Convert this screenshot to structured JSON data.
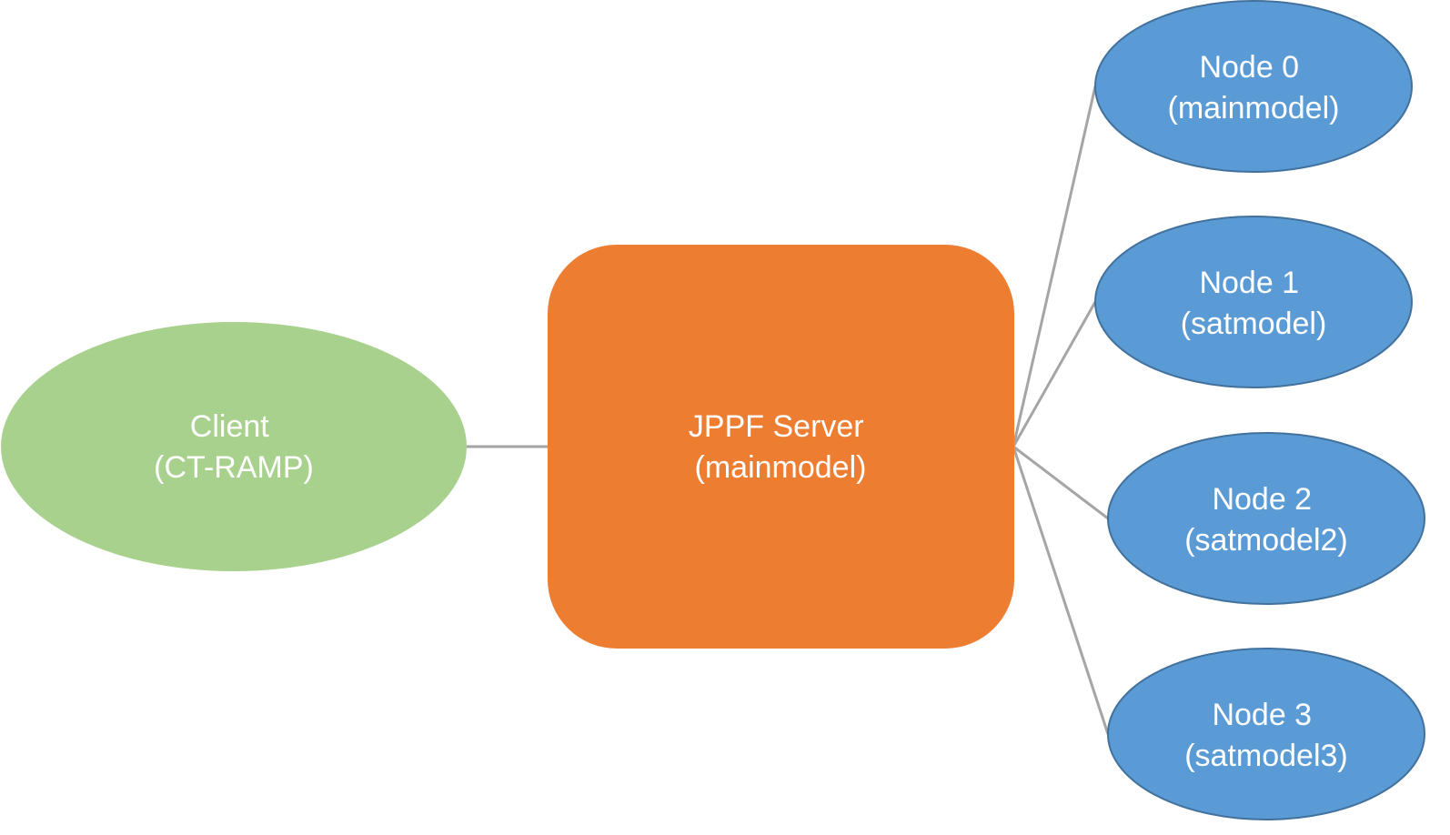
{
  "client": {
    "line1": "Client",
    "line2": "(CT-RAMP)",
    "color": "#A9D18E"
  },
  "server": {
    "line1": "JPPF Server",
    "line2": "(mainmodel)",
    "color": "#ED7D31"
  },
  "nodes": [
    {
      "line1": "Node 0",
      "line2": "(mainmodel)"
    },
    {
      "line1": "Node 1",
      "line2": "(satmodel)"
    },
    {
      "line1": "Node 2",
      "line2": "(satmodel2)"
    },
    {
      "line1": "Node 3",
      "line2": "(satmodel3)"
    }
  ],
  "colors": {
    "node_fill": "#5B9BD5",
    "node_stroke": "#41719C",
    "connector": "#A5A5A5",
    "label": "#FFFFFF"
  }
}
